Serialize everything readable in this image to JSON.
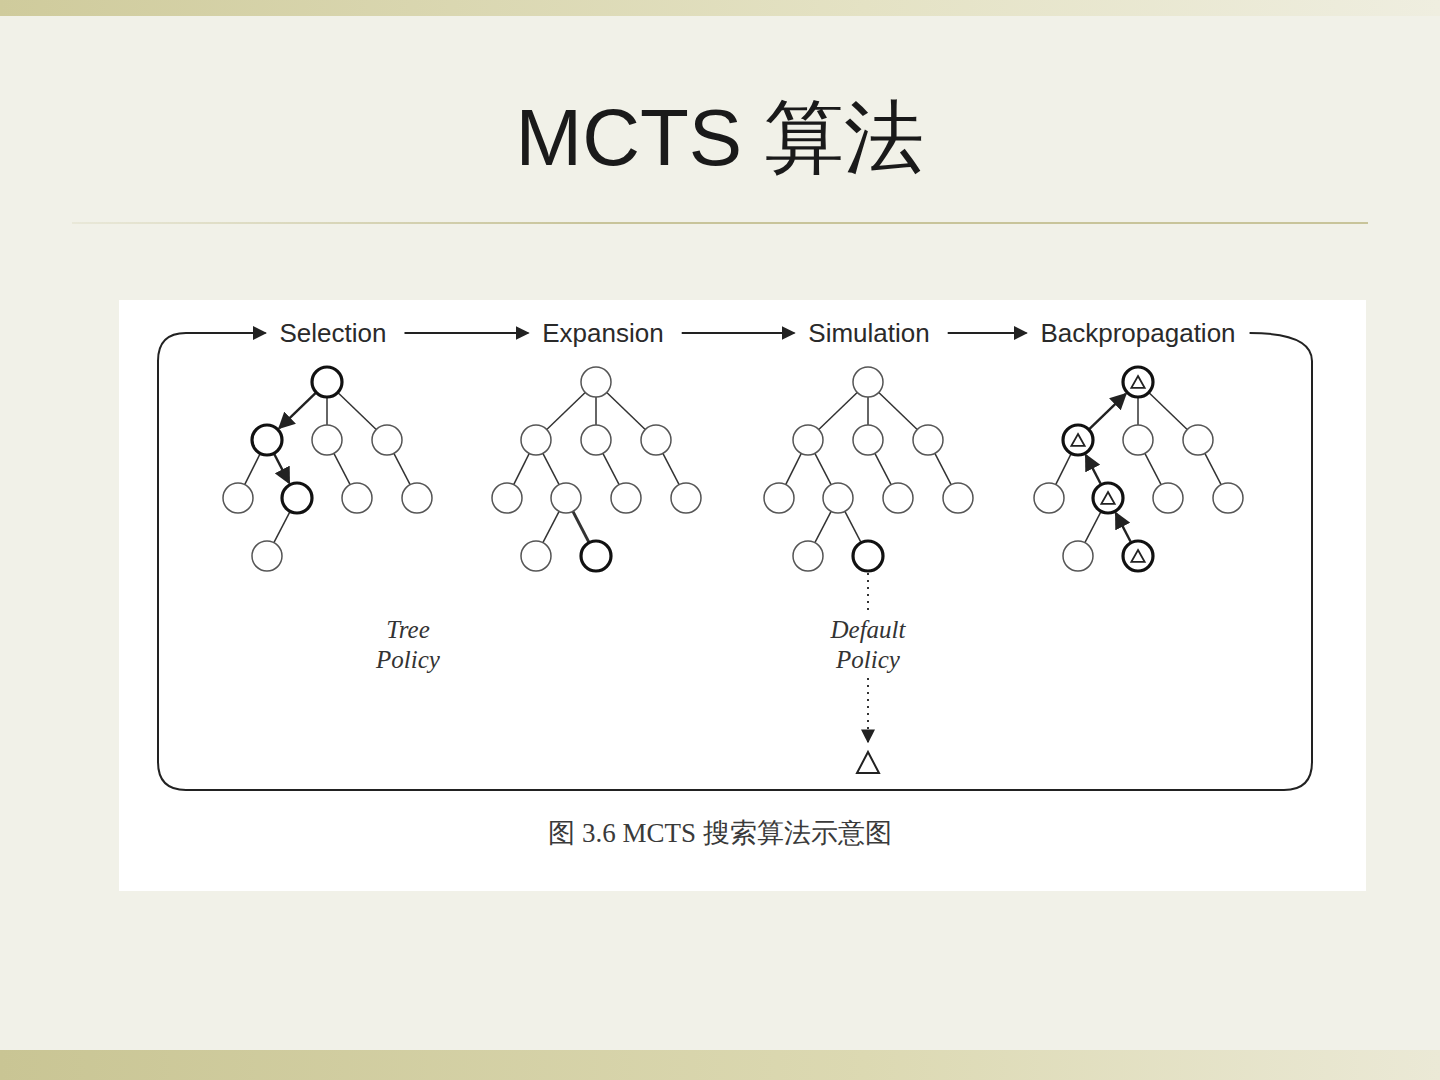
{
  "diagram": {
    "title": "MCTS 算法",
    "caption": "图 3.6 MCTS 搜索算法示意图",
    "nodes": [
      {
        "text": [
          "Selection"
        ]
      },
      {
        "text": [
          "Expansion"
        ]
      },
      {
        "text": [
          "Simulation"
        ]
      },
      {
        "text": [
          "Backpropagation"
        ]
      }
    ],
    "edges": [
      {
        "from": 0,
        "to": 1,
        "arrow": "to"
      },
      {
        "from": 1,
        "to": 2,
        "arrow": "to"
      },
      {
        "from": 2,
        "to": 3,
        "arrow": "to"
      },
      {
        "from": 3,
        "to": 0,
        "arrow": "to"
      }
    ],
    "labels": [
      "Tree Policy",
      "Default Policy"
    ]
  }
}
